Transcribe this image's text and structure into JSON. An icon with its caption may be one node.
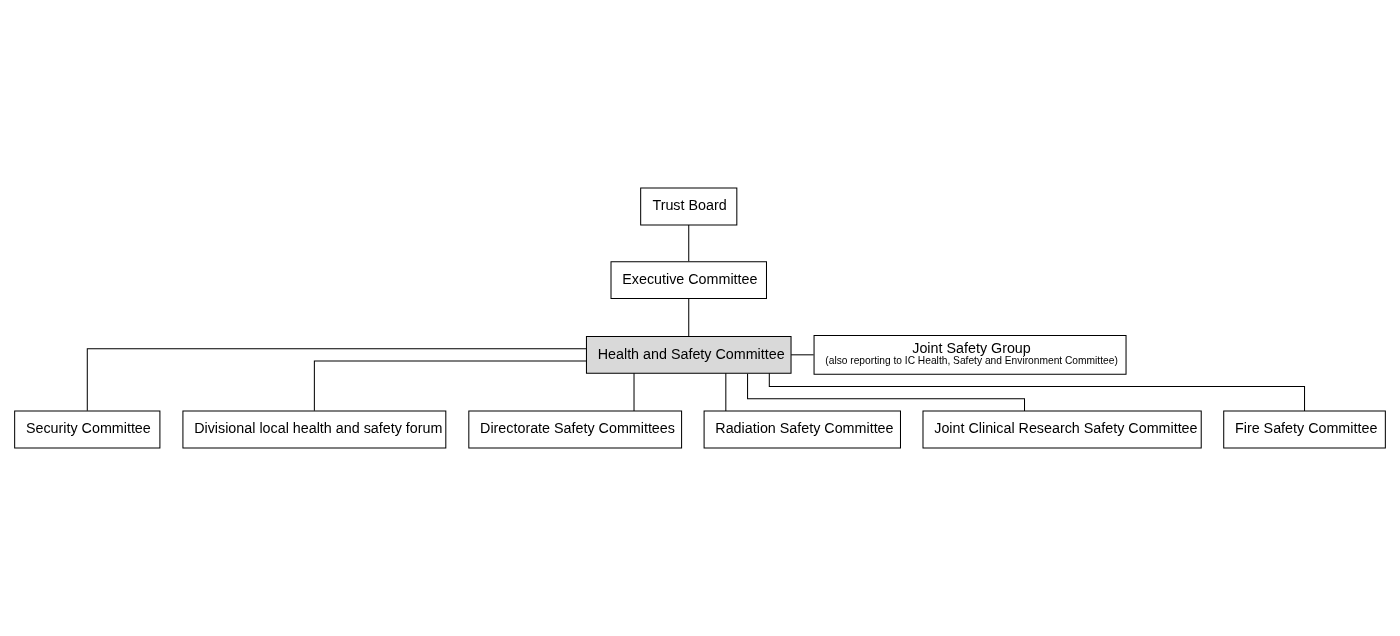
{
  "diagram": {
    "nodes": [
      {
        "text": [
          "Trust Board"
        ]
      },
      {
        "text": [
          "Executive Committee"
        ]
      },
      {
        "text": [
          "Health and Safety Committee"
        ]
      },
      {
        "text": [
          "Joint Safety Group",
          "(also reporting to IC Health, Safety and Environment Committee)"
        ]
      },
      {
        "text": [
          "Security Committee"
        ]
      },
      {
        "text": [
          "Divisional local health and safety forum"
        ]
      },
      {
        "text": [
          "Directorate Safety Committees"
        ]
      },
      {
        "text": [
          "Radiation Safety Committee"
        ]
      },
      {
        "text": [
          "Joint Clinical Research Safety Committee"
        ]
      },
      {
        "text": [
          "Fire Safety Committee"
        ]
      }
    ],
    "edges": [
      {
        "from": 0,
        "to": 1,
        "arrow": "none"
      },
      {
        "from": 1,
        "to": 2,
        "arrow": "none"
      },
      {
        "from": 2,
        "to": 3,
        "arrow": "none"
      },
      {
        "from": 2,
        "to": 4,
        "arrow": "none"
      },
      {
        "from": 2,
        "to": 5,
        "arrow": "none"
      },
      {
        "from": 2,
        "to": 6,
        "arrow": "none"
      },
      {
        "from": 2,
        "to": 7,
        "arrow": "none"
      },
      {
        "from": 2,
        "to": 8,
        "arrow": "none"
      },
      {
        "from": 2,
        "to": 9,
        "arrow": "none"
      }
    ]
  }
}
